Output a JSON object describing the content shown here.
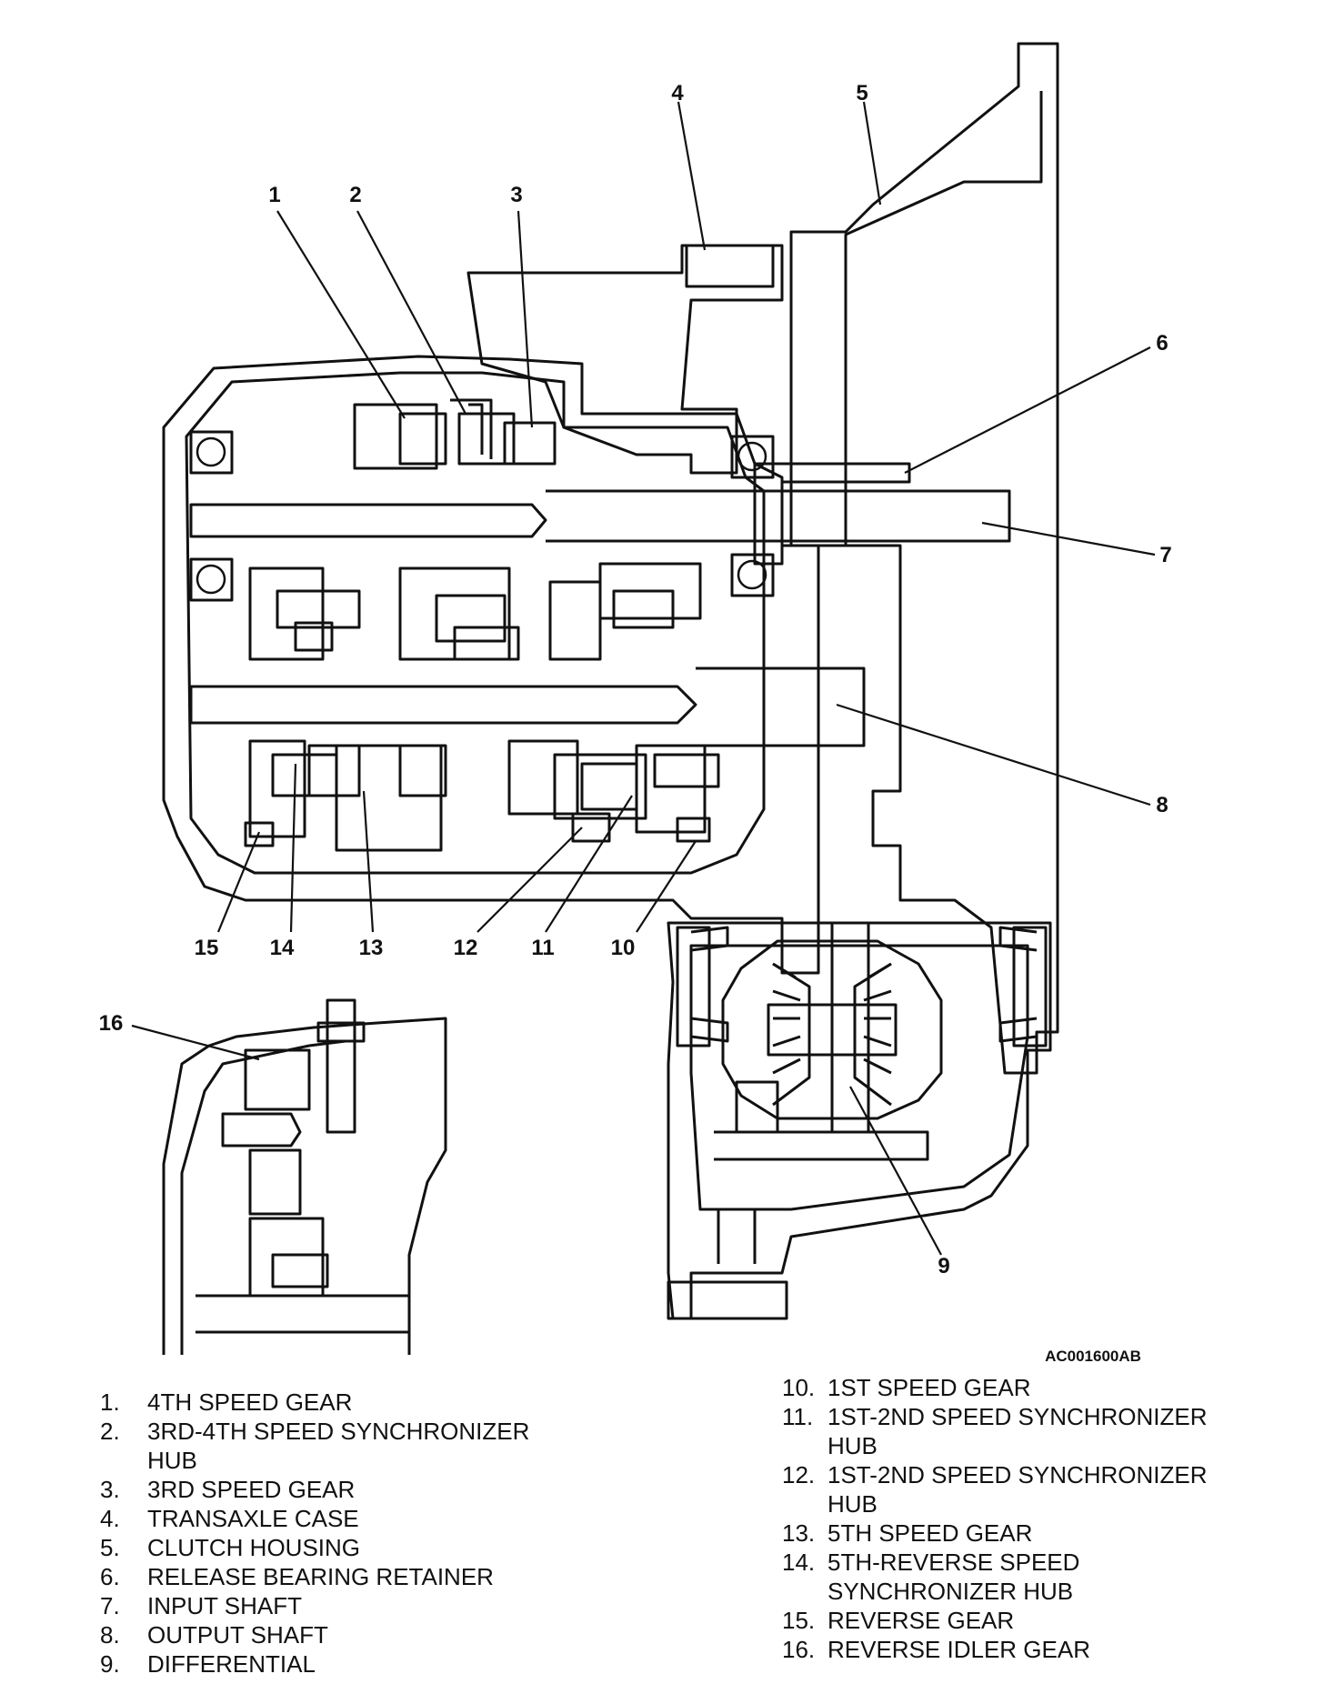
{
  "figure_id": "AC001600AB",
  "callouts": [
    "1",
    "2",
    "3",
    "4",
    "5",
    "6",
    "7",
    "8",
    "9",
    "10",
    "11",
    "12",
    "13",
    "14",
    "15",
    "16"
  ],
  "legend_left": [
    {
      "num": "1.",
      "text": "4TH SPEED GEAR"
    },
    {
      "num": "2.",
      "text": "3RD-4TH SPEED SYNCHRONIZER HUB"
    },
    {
      "num": "3.",
      "text": "3RD SPEED GEAR"
    },
    {
      "num": "4.",
      "text": "TRANSAXLE CASE"
    },
    {
      "num": "5.",
      "text": "CLUTCH HOUSING"
    },
    {
      "num": "6.",
      "text": "RELEASE BEARING RETAINER"
    },
    {
      "num": "7.",
      "text": "INPUT SHAFT"
    },
    {
      "num": "8.",
      "text": "OUTPUT SHAFT"
    },
    {
      "num": "9.",
      "text": "DIFFERENTIAL"
    }
  ],
  "legend_right": [
    {
      "num": "10.",
      "text": "1ST SPEED GEAR"
    },
    {
      "num": "11.",
      "text": "1ST-2ND SPEED SYNCHRONIZER HUB"
    },
    {
      "num": "12.",
      "text": "1ST-2ND SPEED SYNCHRONIZER HUB"
    },
    {
      "num": "13.",
      "text": "5TH SPEED GEAR"
    },
    {
      "num": "14.",
      "text": "5TH-REVERSE SPEED SYNCHRONIZER HUB"
    },
    {
      "num": "15.",
      "text": "REVERSE GEAR"
    },
    {
      "num": "16.",
      "text": "REVERSE IDLER GEAR"
    }
  ]
}
